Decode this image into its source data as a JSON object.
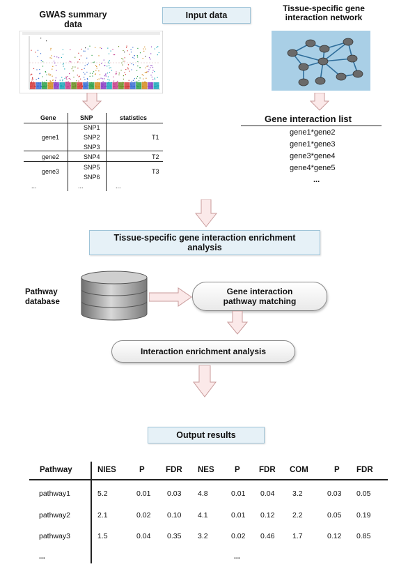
{
  "headings": {
    "gwas": "GWAS summary data",
    "input": "Input data",
    "network": "Tissue-specific gene interaction network",
    "enrichment": "Tissue-specific gene interaction enrichment analysis",
    "pathway_db": "Pathway database",
    "matching": "Gene interaction pathway matching",
    "interaction": "Interaction enrichment analysis",
    "output": "Output results",
    "gene_list": "Gene interaction list"
  },
  "gwas_table": {
    "headers": [
      "Gene",
      "SNP",
      "statistics"
    ],
    "snps": [
      "SNP1",
      "SNP2",
      "SNP3",
      "SNP4",
      "SNP5",
      "SNP6"
    ],
    "genes": [
      "gene1",
      "gene2",
      "gene3"
    ],
    "stats": [
      "T1",
      "T2",
      "T3"
    ],
    "ellipsis": "..."
  },
  "gene_list": {
    "items": [
      "gene1*gene2",
      "gene1*gene3",
      "gene3*gene4",
      "gene4*gene5"
    ],
    "ellipsis": "..."
  },
  "output_table": {
    "headers": [
      "Pathway",
      "NIES",
      "P",
      "FDR",
      "NES",
      "P",
      "FDR",
      "COM",
      "P",
      "FDR"
    ],
    "rows": [
      [
        "pathway1",
        "5.2",
        "0.01",
        "0.03",
        "4.8",
        "0.01",
        "0.04",
        "3.2",
        "0.03",
        "0.05"
      ],
      [
        "pathway2",
        "2.1",
        "0.02",
        "0.10",
        "4.1",
        "0.01",
        "0.12",
        "2.2",
        "0.05",
        "0.19"
      ],
      [
        "pathway3",
        "1.5",
        "0.04",
        "0.35",
        "3.2",
        "0.02",
        "0.46",
        "1.7",
        "0.12",
        "0.85"
      ]
    ],
    "ellipsis": "..."
  },
  "colors": {
    "box_fill": "#e6f1f7",
    "arrow_fill": "#fbe9e9",
    "arrow_stroke": "#c89a9a",
    "network_bg": "#a9cfe6"
  }
}
